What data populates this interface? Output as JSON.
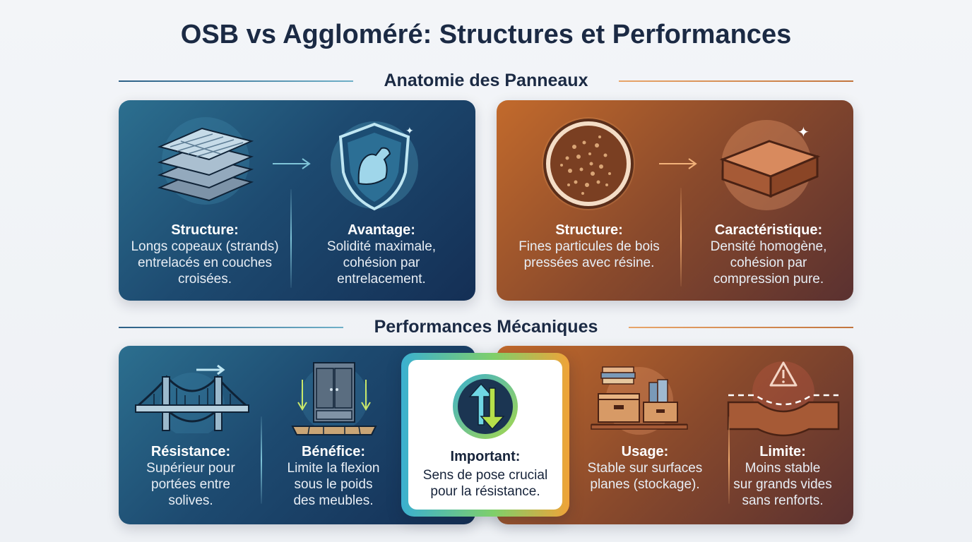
{
  "title": "OSB vs Aggloméré: Structures et Performances",
  "sections": {
    "anatomy": {
      "label": "Anatomie des Panneaux"
    },
    "performance": {
      "label": "Performances Mécaniques"
    }
  },
  "anatomy": {
    "osb": {
      "structure": {
        "heading": "Structure:",
        "lines": [
          "Longs copeaux (strands)",
          "entrelacés en couches",
          "croisées."
        ]
      },
      "advantage": {
        "heading": "Avantage:",
        "lines": [
          "Solidité maximale,",
          "cohésion par",
          "entrelacement."
        ]
      },
      "icons": [
        "layered-strands-icon",
        "shield-strength-icon"
      ]
    },
    "agglo": {
      "structure": {
        "heading": "Structure:",
        "lines": [
          "Fines particules de bois",
          "pressées avec résine."
        ]
      },
      "feature": {
        "heading": "Caractéristique:",
        "lines": [
          "Densité homogène,",
          "cohésion par",
          "compression pure."
        ]
      },
      "icons": [
        "particle-disc-icon",
        "solid-block-icon"
      ]
    }
  },
  "performance": {
    "osb": {
      "resistance": {
        "heading": "Résistance:",
        "lines": [
          "Supérieur pour",
          "portées entre",
          "solives."
        ]
      },
      "benefit": {
        "heading": "Bénéfice:",
        "lines": [
          "Limite la flexion",
          "sous le poids",
          "des meubles."
        ]
      },
      "icons": [
        "bridge-icon",
        "wardrobe-icon"
      ]
    },
    "important": {
      "heading": "Important:",
      "lines": [
        "Sens de pose crucial",
        "pour la résistance."
      ],
      "icon": "swap-arrows-icon"
    },
    "agglo": {
      "usage": {
        "heading": "Usage:",
        "lines": [
          "Stable sur surfaces",
          "planes (stockage)."
        ]
      },
      "limit": {
        "heading": "Limite:",
        "lines": [
          "Moins stable",
          "sur grands vides",
          "sans renforts."
        ]
      },
      "icons": [
        "storage-boxes-icon",
        "warning-sag-icon"
      ]
    }
  },
  "colors": {
    "blue": "#1d4a70",
    "orange": "#8a4a2c",
    "navy": "#1b2a44"
  }
}
